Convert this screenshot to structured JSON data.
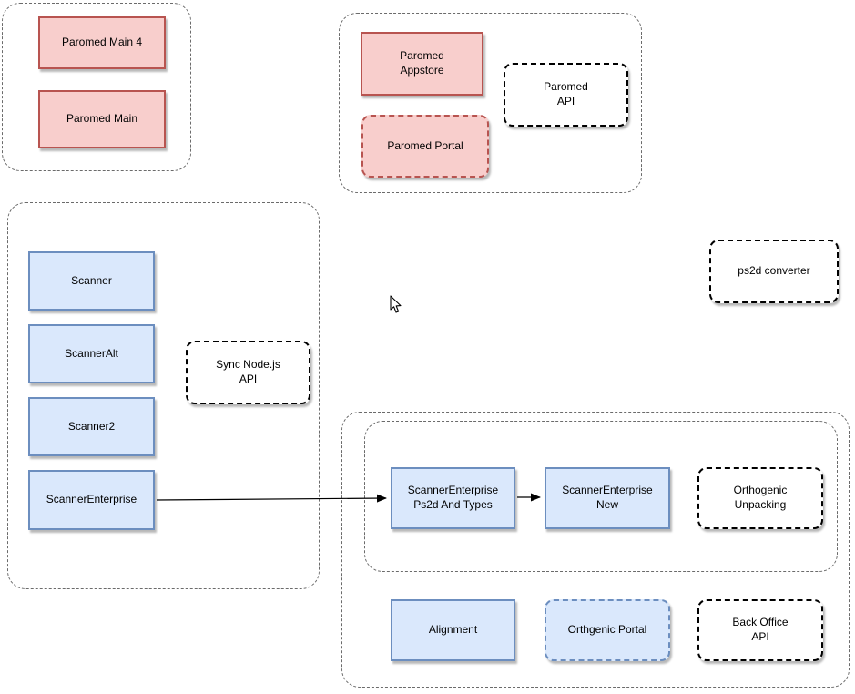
{
  "diagram": {
    "colors": {
      "red_fill": "#f8cecc",
      "red_border": "#b85450",
      "blue_fill": "#dae8fc",
      "blue_border": "#6c8ebf",
      "dashed_black": "#000000",
      "container_border": "#6b6b6b"
    },
    "nodes": {
      "paromed_main_4": {
        "label": "Paromed Main 4"
      },
      "paromed_main": {
        "label": "Paromed Main"
      },
      "paromed_appstore": {
        "label": "Paromed\nAppstore"
      },
      "paromed_api": {
        "label": "Paromed\nAPI"
      },
      "paromed_portal": {
        "label": "Paromed Portal"
      },
      "ps2d_converter": {
        "label": "ps2d converter"
      },
      "scanner": {
        "label": "Scanner"
      },
      "scanner_alt": {
        "label": "ScannerAlt"
      },
      "scanner2": {
        "label": "Scanner2"
      },
      "scanner_enterprise": {
        "label": "ScannerEnterprise"
      },
      "sync_nodejs_api": {
        "label": "Sync Node.js\nAPI"
      },
      "scanner_enterprise_ps2d": {
        "label": "ScannerEnterprise\nPs2d And Types"
      },
      "scanner_enterprise_new": {
        "label": "ScannerEnterprise\nNew"
      },
      "orthogenic_unpacking": {
        "label": "Orthogenic\nUnpacking"
      },
      "alignment": {
        "label": "Alignment"
      },
      "orthgenic_portal": {
        "label": "Orthgenic Portal"
      },
      "back_office_api": {
        "label": "Back Office\nAPI"
      }
    },
    "edges": [
      {
        "from": "scanner_enterprise",
        "to": "scanner_enterprise_ps2d"
      },
      {
        "from": "scanner_enterprise_ps2d",
        "to": "scanner_enterprise_new"
      }
    ]
  }
}
